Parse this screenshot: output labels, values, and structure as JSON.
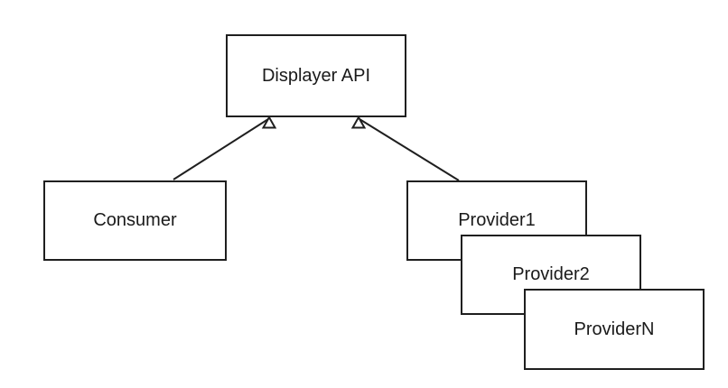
{
  "diagram": {
    "background_color": "#ffffff",
    "stroke_color": "#1f1f1f",
    "text_color": "#1a1a1a",
    "node_fill_color": "#ffffff",
    "nodes": [
      {
        "id": "displayer-api",
        "label": "Displayer API"
      },
      {
        "id": "consumer",
        "label": "Consumer"
      },
      {
        "id": "provider1",
        "label": "Provider1"
      },
      {
        "id": "provider2",
        "label": "Provider2"
      },
      {
        "id": "providern",
        "label": "ProviderN"
      }
    ],
    "edges": [
      {
        "from": "Consumer",
        "to": "Displayer API",
        "arrow": "open-triangle"
      },
      {
        "from": "Provider1",
        "to": "Displayer API",
        "arrow": "open-triangle"
      }
    ]
  }
}
